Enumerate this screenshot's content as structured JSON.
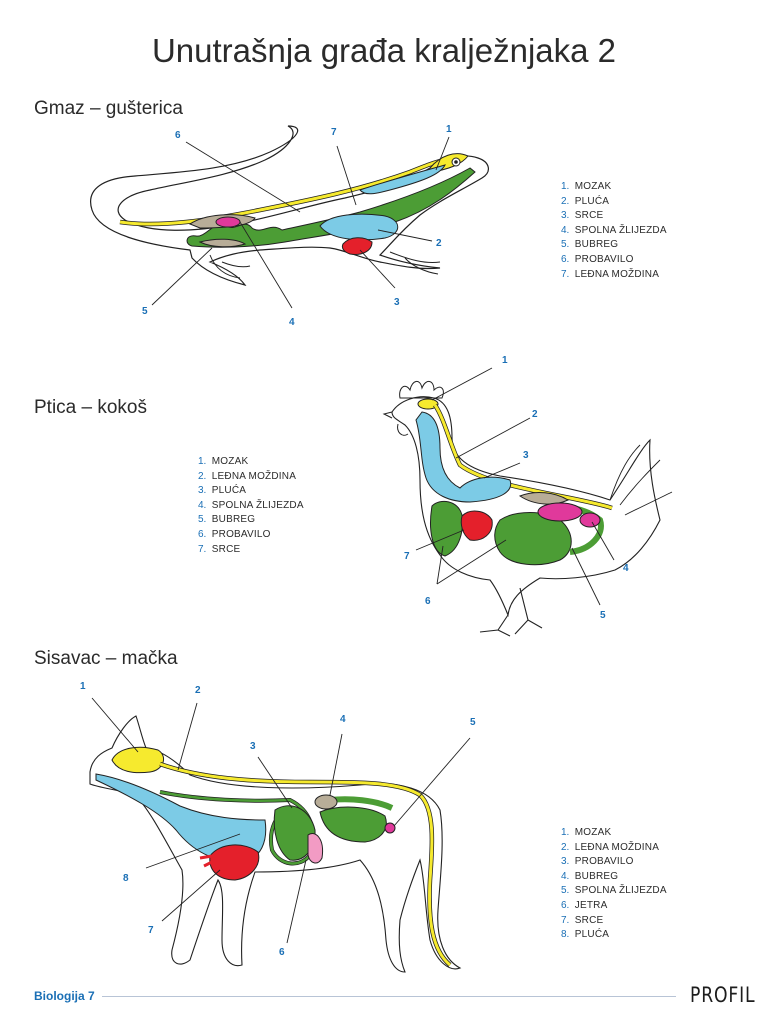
{
  "page": {
    "title": "Unutrašnja građa kralježnjaka 2",
    "footer_label": "Biologija 7",
    "brand": "PROFIL"
  },
  "sections": {
    "lizard": {
      "title": "Gmaz – gušterica",
      "legend": [
        "Mozak",
        "Pluća",
        "Srce",
        "Spolna žlijezda",
        "Bubreg",
        "Probavilo",
        "Leđna moždina"
      ],
      "callouts": [
        "1",
        "2",
        "3",
        "4",
        "5",
        "6",
        "7"
      ]
    },
    "bird": {
      "title": "Ptica – kokoš",
      "legend": [
        "Mozak",
        "Leđna moždina",
        "Pluća",
        "Spolna žlijezda",
        "Bubreg",
        "Probavilo",
        "Srce"
      ],
      "callouts": [
        "1",
        "2",
        "3",
        "4",
        "5",
        "6",
        "7"
      ]
    },
    "cat": {
      "title": "Sisavac – mačka",
      "legend": [
        "Mozak",
        "Leđna moždina",
        "Probavilo",
        "Bubreg",
        "Spolna žlijezda",
        "Jetra",
        "Srce",
        "Pluća"
      ],
      "callouts": [
        "1",
        "2",
        "3",
        "4",
        "5",
        "6",
        "7",
        "8"
      ]
    }
  },
  "colors": {
    "brain_spinal": "#f6ea2e",
    "lungs": "#7ccbe6",
    "heart": "#e4202b",
    "digestive": "#4c9d35",
    "kidney": "#b8ad98",
    "gonad": "#e0399b",
    "liver": "#f29bc4",
    "callout": "#1a6fb5"
  }
}
